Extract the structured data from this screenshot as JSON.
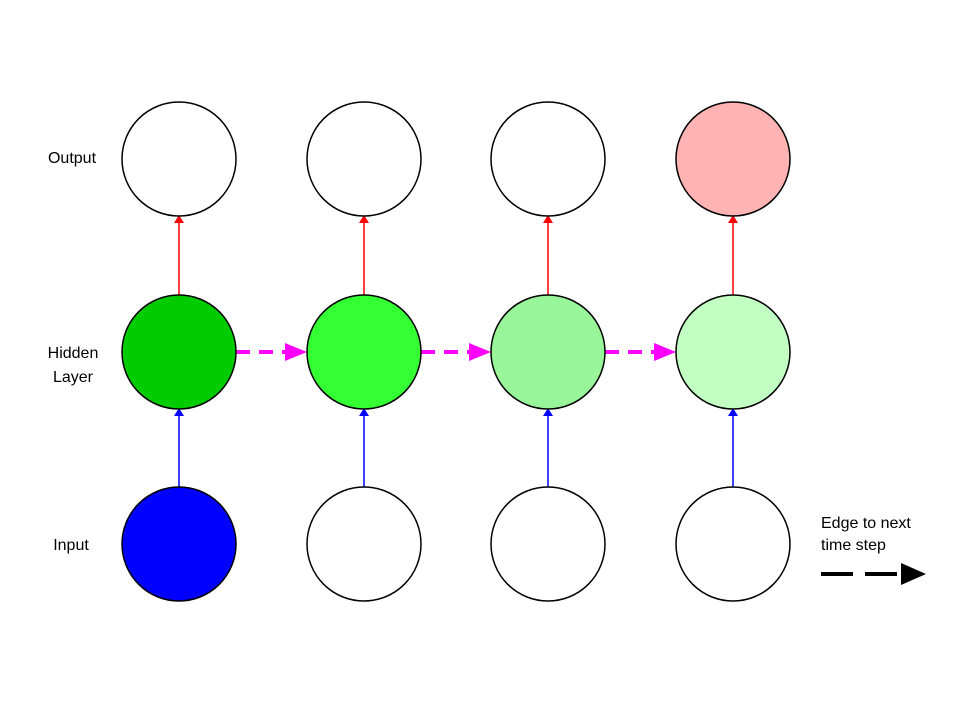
{
  "rows": {
    "output_label": "Output",
    "hidden_label_line1": "Hidden",
    "hidden_label_line2": "Layer",
    "input_label": "Input"
  },
  "legend": {
    "line1": "Edge to next",
    "line2": "time step"
  },
  "time_steps": [
    {
      "input_color": "#0000ff",
      "hidden_color": "#00cc00",
      "output_color": "#ffffff"
    },
    {
      "input_color": "#ffffff",
      "hidden_color": "#33ff33",
      "output_color": "#ffffff"
    },
    {
      "input_color": "#ffffff",
      "hidden_color": "#99f599",
      "output_color": "#ffffff"
    },
    {
      "input_color": "#ffffff",
      "hidden_color": "#c2ffc2",
      "output_color": "#ffb3b3"
    }
  ],
  "edge_colors": {
    "input_to_hidden": "#0000ff",
    "hidden_to_output": "#ff0000",
    "recurrent": "#ff00ff",
    "legend": "#000000"
  }
}
